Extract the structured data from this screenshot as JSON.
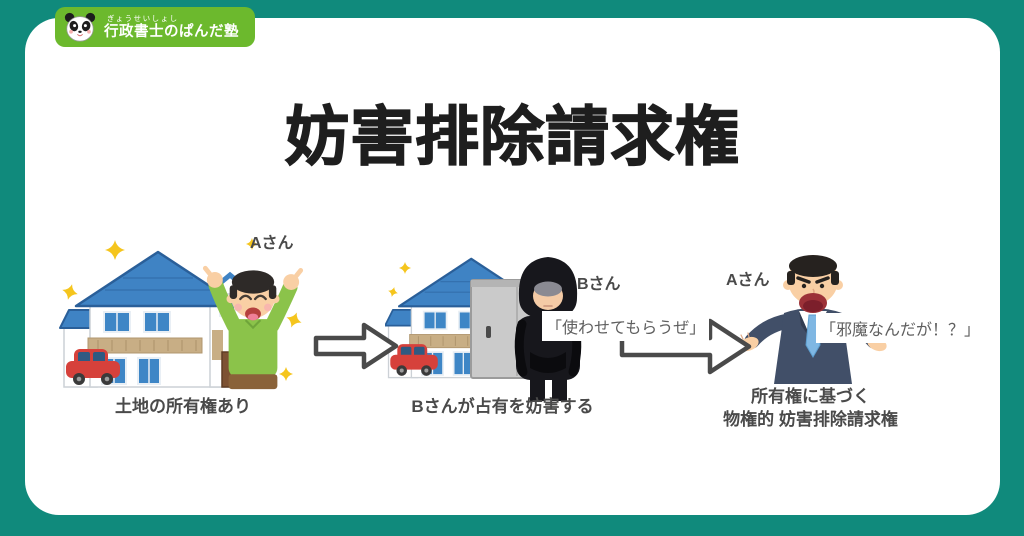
{
  "logo": {
    "icon": "panda-icon",
    "furigana": "ぎょうせいしょし",
    "name": "行政書士のぱんだ塾"
  },
  "title": "妨害排除請求権",
  "scene1": {
    "illustration": "house-with-happy-owner",
    "person_label": "Aさん",
    "caption": "土地の所有権あり"
  },
  "scene2": {
    "illustration": "house-blocked-by-locker-and-hooded-intruder",
    "person_label": "Bさん",
    "speech": "「使わせてもらうぜ」",
    "caption": "Bさんが占有を妨害する"
  },
  "scene3": {
    "illustration": "angry-businessman",
    "person_label": "Aさん",
    "speech": "「邪魔なんだが！？」",
    "caption_line1": "所有権に基づく",
    "caption_line2": "物権的 妨害排除請求権"
  },
  "colors": {
    "frame_teal": "#108a7c",
    "logo_green": "#6cb92d",
    "roof_blue": "#3f83c4",
    "car_red": "#d6413b",
    "sweater_green": "#8bc34a",
    "suit_navy": "#414f68",
    "sparkle_yellow": "#f5c51d",
    "arrow_gray": "#4a4a4a"
  }
}
